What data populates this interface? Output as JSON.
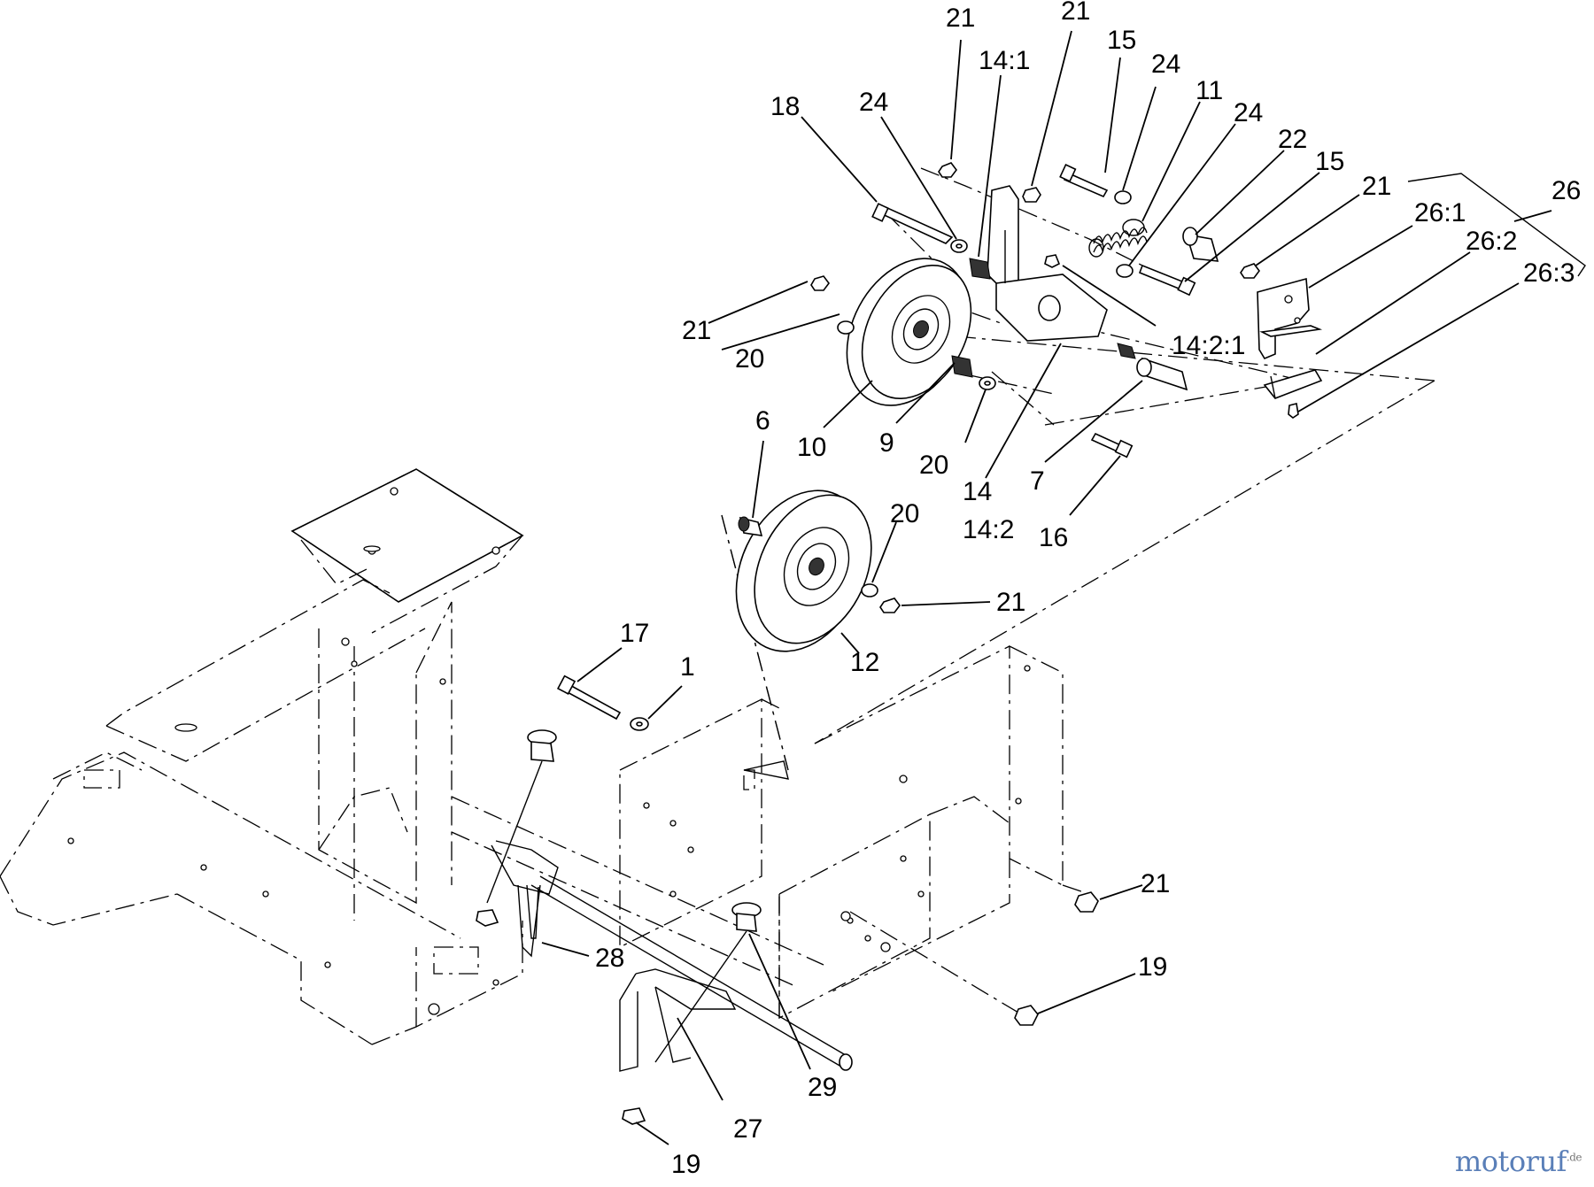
{
  "watermark": {
    "brand": "motoruf",
    "tld": ".de"
  },
  "callouts": [
    {
      "id": "c21a",
      "text": "21"
    },
    {
      "id": "c21b",
      "text": "21"
    },
    {
      "id": "c14-1",
      "text": "14:1"
    },
    {
      "id": "c15a",
      "text": "15"
    },
    {
      "id": "c24a",
      "text": "24"
    },
    {
      "id": "c11",
      "text": "11"
    },
    {
      "id": "c24b",
      "text": "24"
    },
    {
      "id": "c22",
      "text": "22"
    },
    {
      "id": "c15b",
      "text": "15"
    },
    {
      "id": "c21c",
      "text": "21"
    },
    {
      "id": "c26",
      "text": "26"
    },
    {
      "id": "c26-1",
      "text": "26:1"
    },
    {
      "id": "c26-2",
      "text": "26:2"
    },
    {
      "id": "c26-3",
      "text": "26:3"
    },
    {
      "id": "c18",
      "text": "18"
    },
    {
      "id": "c24c",
      "text": "24"
    },
    {
      "id": "c21d",
      "text": "21"
    },
    {
      "id": "c20a",
      "text": "20"
    },
    {
      "id": "c14-2-1",
      "text": "14:2:1"
    },
    {
      "id": "c10",
      "text": "10"
    },
    {
      "id": "c9",
      "text": "9"
    },
    {
      "id": "c20b",
      "text": "20"
    },
    {
      "id": "c14",
      "text": "14"
    },
    {
      "id": "c14-2",
      "text": "14:2"
    },
    {
      "id": "c7",
      "text": "7"
    },
    {
      "id": "c16",
      "text": "16"
    },
    {
      "id": "c6",
      "text": "6"
    },
    {
      "id": "c20c",
      "text": "20"
    },
    {
      "id": "c21e",
      "text": "21"
    },
    {
      "id": "c12",
      "text": "12"
    },
    {
      "id": "c17",
      "text": "17"
    },
    {
      "id": "c1",
      "text": "1"
    },
    {
      "id": "c21f",
      "text": "21"
    },
    {
      "id": "c19a",
      "text": "19"
    },
    {
      "id": "c28",
      "text": "28"
    },
    {
      "id": "c29",
      "text": "29"
    },
    {
      "id": "c27",
      "text": "27"
    },
    {
      "id": "c19b",
      "text": "19"
    }
  ]
}
